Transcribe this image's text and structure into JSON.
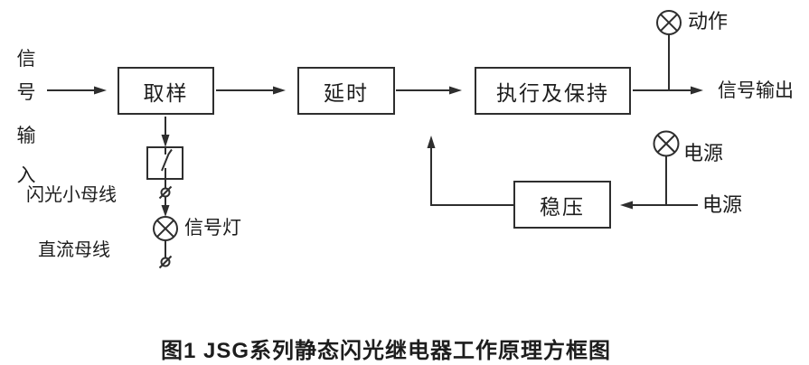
{
  "caption": "图1  JSG系列静态闪光继电器工作原理方框图",
  "diagram": {
    "signal_input": {
      "chars": [
        "信",
        "号",
        "输",
        "入"
      ]
    },
    "blocks": {
      "sampling": "取样",
      "delay": "延时",
      "execute_hold": "执行及保持",
      "regulator": "稳压"
    },
    "labels": {
      "flash_bus": "闪光小母线",
      "dc_bus": "直流母线",
      "signal_lamp": "信号灯",
      "action_lamp": "动作",
      "power_lamp": "电源",
      "power_input": "电源",
      "signal_output": "信号输出"
    },
    "icons": {
      "action_lamp": "lamp-circle-x-icon",
      "power_lamp": "lamp-circle-x-icon",
      "signal_lamp": "lamp-circle-x-icon",
      "flash_bus_terminal": "terminal-slash-icon",
      "dc_bus_terminal": "terminal-slash-icon",
      "contact": "relay-contact-switch-icon"
    },
    "colors": {
      "stroke": "#2e2e2e",
      "text": "#1d1d1d",
      "background": "#ffffff"
    }
  }
}
